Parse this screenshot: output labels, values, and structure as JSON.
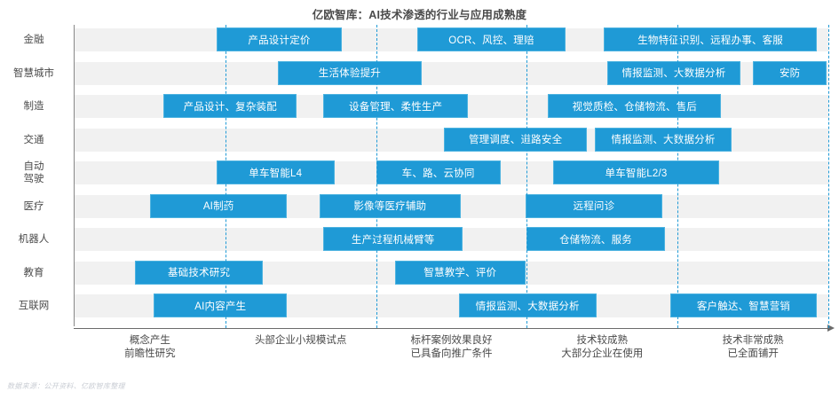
{
  "chart_data": {
    "type": "table",
    "title": "亿欧智库：AI技术渗透的行业与应用成熟度",
    "xlabel": "",
    "ylabel": "",
    "grid": true,
    "legend_position": "none",
    "accent_color": "#1f9ad6",
    "band_color": "#f1f1f1",
    "x_stage_labels": [
      {
        "line1": "概念产生",
        "line2": "前瞻性研究"
      },
      {
        "line1": "头部企业小规模试点",
        "line2": ""
      },
      {
        "line1": "标杆案例效果良好",
        "line2": "已具备向推广条件"
      },
      {
        "line1": "技术较成熟",
        "line2": "大部分企业在使用"
      },
      {
        "line1": "技术非常成熟",
        "line2": "已全面铺开"
      }
    ],
    "categories": [
      "金融",
      "智慧城市",
      "制造",
      "交通",
      "自动驾驶",
      "医疗",
      "机器人",
      "教育",
      "互联网"
    ],
    "rows": [
      {
        "label": "金融",
        "label_lines": [
          "金融"
        ],
        "items": [
          {
            "text": "产品设计定价",
            "start": 0.188,
            "end": 0.355
          },
          {
            "text": "OCR、风控、理赔",
            "start": 0.455,
            "end": 0.651
          },
          {
            "text": "生物特征识别、远程办事、客服",
            "start": 0.702,
            "end": 0.985
          }
        ]
      },
      {
        "label": "智慧城市",
        "label_lines": [
          "智慧城市"
        ],
        "items": [
          {
            "text": "生活体验提升",
            "start": 0.27,
            "end": 0.46
          },
          {
            "text": "情报监测、大数据分析",
            "start": 0.707,
            "end": 0.883
          },
          {
            "text": "安防",
            "start": 0.9,
            "end": 0.998
          }
        ]
      },
      {
        "label": "制造",
        "label_lines": [
          "制造"
        ],
        "items": [
          {
            "text": "产品设计、复杂装配",
            "start": 0.118,
            "end": 0.295
          },
          {
            "text": "设备管理、柔性生产",
            "start": 0.33,
            "end": 0.522
          },
          {
            "text": "视觉质检、仓储物流、售后",
            "start": 0.628,
            "end": 0.858
          }
        ]
      },
      {
        "label": "交通",
        "label_lines": [
          "交通"
        ],
        "items": [
          {
            "text": "管理调度、道路安全",
            "start": 0.49,
            "end": 0.68
          },
          {
            "text": "情报监测、大数据分析",
            "start": 0.69,
            "end": 0.872
          }
        ]
      },
      {
        "label": "自动驾驶",
        "label_lines": [
          "自动",
          "驾驶"
        ],
        "items": [
          {
            "text": "单车智能L4",
            "start": 0.188,
            "end": 0.345
          },
          {
            "text": "车、路、云协同",
            "start": 0.4,
            "end": 0.565
          },
          {
            "text": "单车智能L2/3",
            "start": 0.635,
            "end": 0.855
          }
        ]
      },
      {
        "label": "医疗",
        "label_lines": [
          "医疗"
        ],
        "items": [
          {
            "text": "AI制药",
            "start": 0.1,
            "end": 0.282
          },
          {
            "text": "影像等医疗辅助",
            "start": 0.325,
            "end": 0.512
          },
          {
            "text": "远程问诊",
            "start": 0.598,
            "end": 0.78
          }
        ]
      },
      {
        "label": "机器人",
        "label_lines": [
          "机器人"
        ],
        "items": [
          {
            "text": "生产过程机械臂等",
            "start": 0.33,
            "end": 0.515
          },
          {
            "text": "仓储物流、服务",
            "start": 0.6,
            "end": 0.783
          }
        ]
      },
      {
        "label": "教育",
        "label_lines": [
          "教育"
        ],
        "items": [
          {
            "text": "基础技术研究",
            "start": 0.08,
            "end": 0.25
          },
          {
            "text": "智慧教学、评价",
            "start": 0.425,
            "end": 0.598
          }
        ]
      },
      {
        "label": "互联网",
        "label_lines": [
          "互联网"
        ],
        "items": [
          {
            "text": "AI内容产生",
            "start": 0.105,
            "end": 0.282
          },
          {
            "text": "情报监测、大数据分析",
            "start": 0.51,
            "end": 0.692
          },
          {
            "text": "客户触达、智慧营销",
            "start": 0.79,
            "end": 0.985
          }
        ]
      }
    ]
  },
  "source_note": "数据来源：公开资料、亿欧智库整理"
}
